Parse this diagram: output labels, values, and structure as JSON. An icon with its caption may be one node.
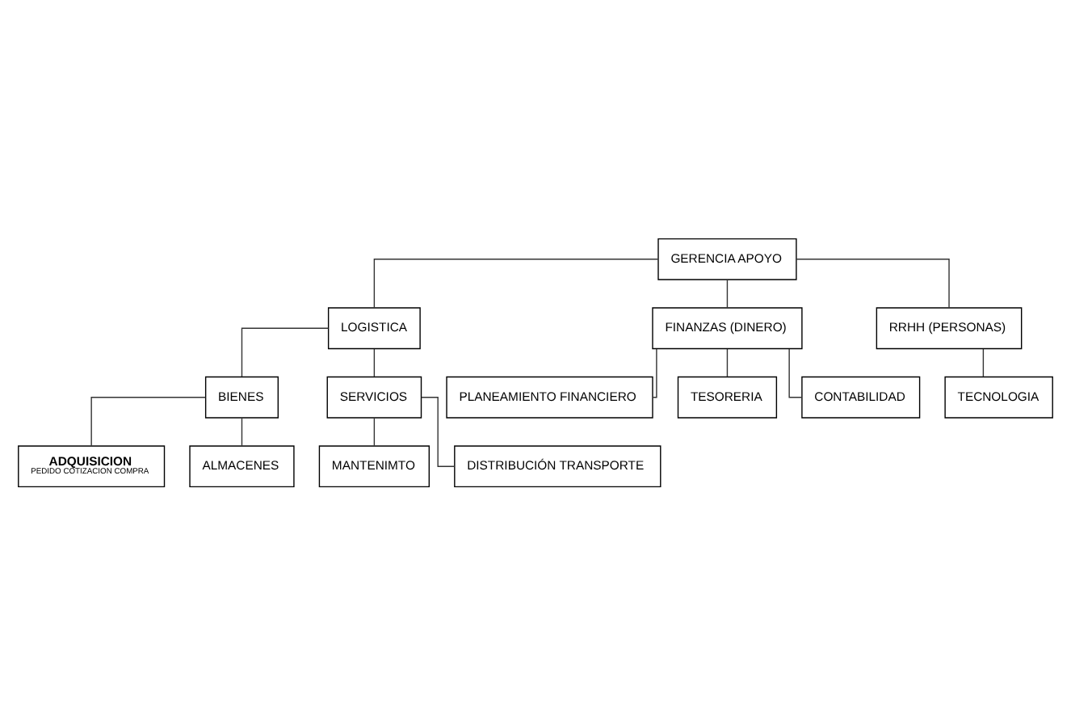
{
  "diagram": {
    "nodes": [
      {
        "text": [
          "GERENCIA APOYO"
        ]
      },
      {
        "text": [
          "LOGISTICA"
        ]
      },
      {
        "text": [
          "FINANZAS (DINERO)"
        ]
      },
      {
        "text": [
          "RRHH (PERSONAS)"
        ]
      },
      {
        "text": [
          "BIENES"
        ]
      },
      {
        "text": [
          "SERVICIOS"
        ]
      },
      {
        "text": [
          "ADQUISICION",
          "PEDIDO COTIZACION COMPRA"
        ]
      },
      {
        "text": [
          "ALMACENES"
        ]
      },
      {
        "text": [
          "MANTENIMTO"
        ]
      },
      {
        "text": [
          "DISTRIBUCIÓN TRANSPORTE"
        ]
      },
      {
        "text": [
          "PLANEAMIENTO FINANCIERO"
        ]
      },
      {
        "text": [
          "TESORERIA"
        ]
      },
      {
        "text": [
          "CONTABILIDAD"
        ]
      },
      {
        "text": [
          "TECNOLOGIA"
        ]
      }
    ],
    "edges": [
      {
        "from": 0,
        "to": 1,
        "arrow": "none"
      },
      {
        "from": 0,
        "to": 2,
        "arrow": "none"
      },
      {
        "from": 0,
        "to": 3,
        "arrow": "none"
      },
      {
        "from": 1,
        "to": 4,
        "arrow": "none"
      },
      {
        "from": 1,
        "to": 5,
        "arrow": "none"
      },
      {
        "from": 4,
        "to": 6,
        "arrow": "none"
      },
      {
        "from": 4,
        "to": 7,
        "arrow": "none"
      },
      {
        "from": 5,
        "to": 8,
        "arrow": "none"
      },
      {
        "from": 5,
        "to": 9,
        "arrow": "none"
      },
      {
        "from": 2,
        "to": 10,
        "arrow": "none"
      },
      {
        "from": 2,
        "to": 11,
        "arrow": "none"
      },
      {
        "from": 2,
        "to": 12,
        "arrow": "none"
      },
      {
        "from": 3,
        "to": 13,
        "arrow": "none"
      }
    ]
  }
}
